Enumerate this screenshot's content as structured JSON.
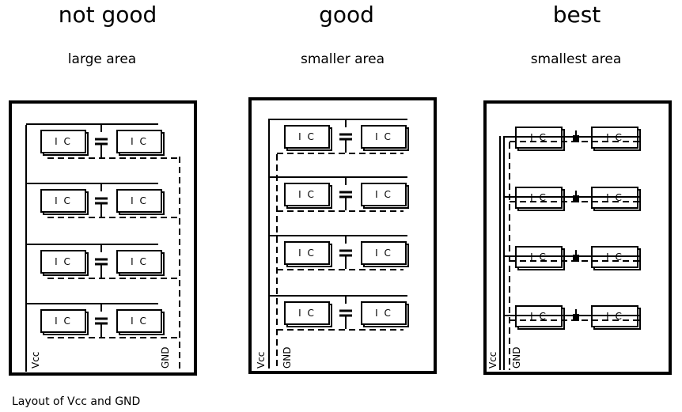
{
  "panels": [
    {
      "title": "not good",
      "subtitle": "large area",
      "vcc_label": "Vcc",
      "gnd_label": "GND",
      "ic_label": "I C"
    },
    {
      "title": "good",
      "subtitle": "smaller area",
      "vcc_label": "Vcc",
      "gnd_label": "GND",
      "ic_label": "I C"
    },
    {
      "title": "best",
      "subtitle": "smallest area",
      "vcc_label": "Vcc",
      "gnd_label": "GND",
      "ic_label": "I C"
    }
  ],
  "caption": "Layout of Vcc and GND"
}
